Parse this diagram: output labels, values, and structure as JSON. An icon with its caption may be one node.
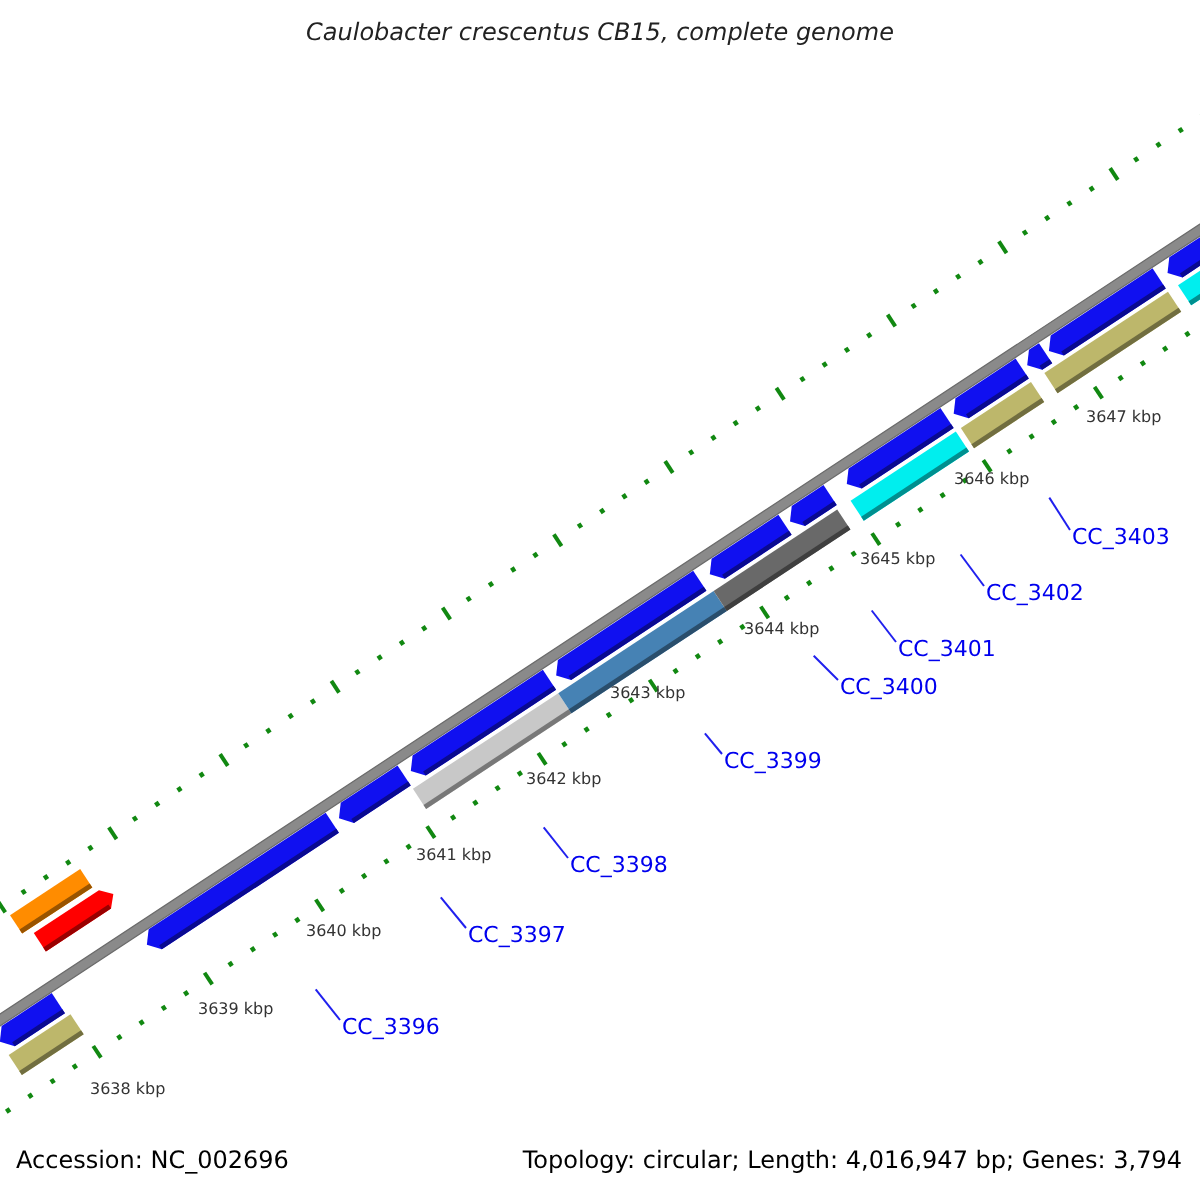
{
  "diagram": {
    "title": "Caulobacter crescentus CB15, complete genome",
    "nodes": [
      {
        "text": [
          "CC_3396"
        ]
      },
      {
        "text": [
          "CC_3397"
        ]
      },
      {
        "text": [
          "CC_3398"
        ]
      },
      {
        "text": [
          "CC_3399"
        ]
      },
      {
        "text": [
          "CC_3400"
        ]
      },
      {
        "text": [
          "CC_3401"
        ]
      },
      {
        "text": [
          "CC_3402"
        ]
      },
      {
        "text": [
          "CC_3403"
        ]
      }
    ],
    "edges": [
      {
        "from": 0,
        "to": null,
        "arrow": "none"
      },
      {
        "from": 1,
        "to": null,
        "arrow": "none"
      },
      {
        "from": 2,
        "to": null,
        "arrow": "none"
      },
      {
        "from": 3,
        "to": null,
        "arrow": "none"
      },
      {
        "from": 4,
        "to": null,
        "arrow": "none"
      },
      {
        "from": 5,
        "to": null,
        "arrow": "none"
      },
      {
        "from": 6,
        "to": null,
        "arrow": "none"
      },
      {
        "from": 7,
        "to": null,
        "arrow": "none"
      }
    ],
    "labels": [
      "3638 kbp",
      "3639 kbp",
      "3640 kbp",
      "3641 kbp",
      "3642 kbp",
      "3643 kbp",
      "3644 kbp",
      "3645 kbp",
      "3646 kbp",
      "3647 kbp",
      "Accession: NC_002696",
      "Topology: circular; Length: 4,016,947 bp; Genes: 3,794"
    ]
  }
}
